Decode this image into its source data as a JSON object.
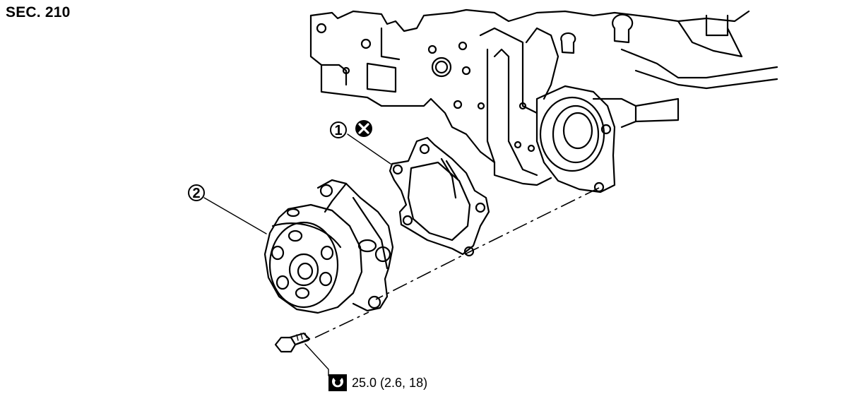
{
  "section": {
    "title": "SEC. 210"
  },
  "callouts": [
    {
      "number": "1",
      "part": "gasket",
      "replace_symbol": "do-not-reuse-icon"
    },
    {
      "number": "2",
      "part": "water-pump"
    }
  ],
  "torque": {
    "icon": "torque-wrench-icon",
    "text": "25.0 (2.6, 18)"
  }
}
